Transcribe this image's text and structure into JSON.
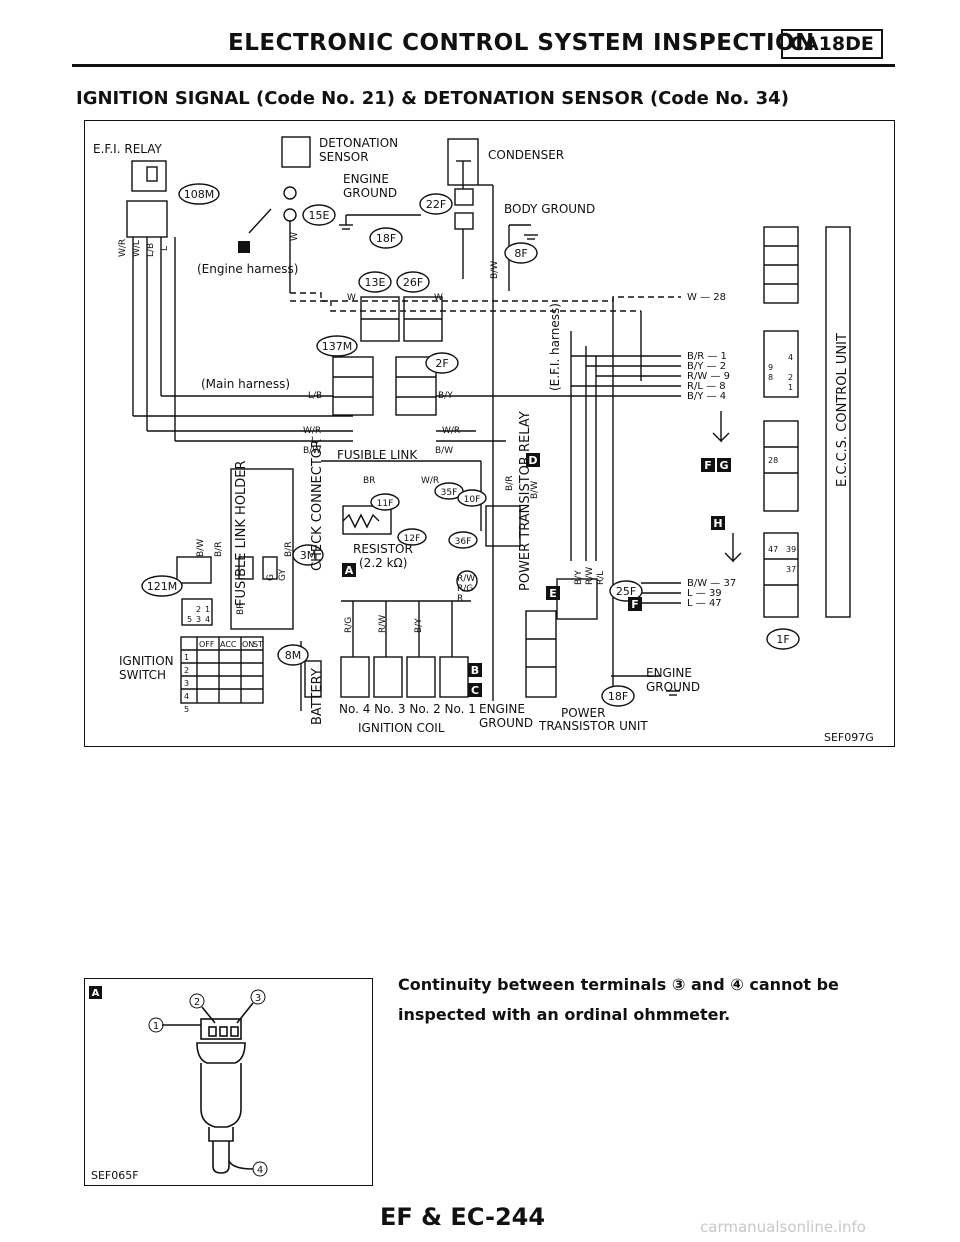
{
  "header": {
    "title": "ELECTRONIC CONTROL SYSTEM INSPECTION",
    "engine_code": "CA18DE"
  },
  "section": {
    "title": "IGNITION SIGNAL (Code No. 21) & DETONATION SENSOR (Code No. 34)"
  },
  "diagram": {
    "labels": {
      "efi_relay": "E.F.I. RELAY",
      "detonation_sensor_1": "DETONATION",
      "detonation_sensor_2": "SENSOR",
      "engine_ground_1": "ENGINE",
      "engine_ground_2": "GROUND",
      "condenser": "CONDENSER",
      "body_ground": "BODY GROUND",
      "engine_harness": "(Engine harness)",
      "main_harness": "(Main harness)",
      "efi_harness": "(E.F.I. harness)",
      "fusible_link": "FUSIBLE LINK",
      "fusible_link_holder": "FUSIBLE LINK HOLDER",
      "check_connector": "CHECK CONNECTOR",
      "resistor_1": "RESISTOR",
      "resistor_2": "(2.2 kΩ)",
      "power_transistor_relay": "POWER TRANSISTOR RELAY",
      "ignition_switch_1": "IGNITION",
      "ignition_switch_2": "SWITCH",
      "battery": "BATTERY",
      "ignition_coil_numbers": "No. 4 No. 3 No. 2 No. 1",
      "ignition_coil": "IGNITION COIL",
      "engine_ground_bottom_1": "ENGINE",
      "engine_ground_bottom_2": "GROUND",
      "power_transistor_unit_1": "POWER",
      "power_transistor_unit_2": "TRANSISTOR UNIT",
      "engine_ground_right_1": "ENGINE",
      "engine_ground_right_2": "GROUND",
      "eccs_control_unit": "E.C.C.S. CONTROL UNIT",
      "figure_code": "SEF097G"
    },
    "connectors": [
      "108M",
      "15E",
      "22F",
      "18F",
      "8F",
      "13E",
      "26F",
      "137M",
      "2F",
      "35F",
      "11F",
      "10F",
      "12F",
      "36F",
      "3M",
      "121M",
      "8M",
      "25F",
      "1F",
      "18F"
    ],
    "callouts": [
      "A",
      "B",
      "C",
      "D",
      "E",
      "F",
      "G",
      "H"
    ],
    "wire_colors": [
      "W/R",
      "W/L",
      "L/B",
      "L",
      "W",
      "B",
      "B/W",
      "B/Y",
      "B/R",
      "R/W",
      "R/L",
      "BR",
      "G",
      "GY",
      "R/G",
      "R",
      "L/B"
    ],
    "terminal_list": [
      {
        "wire": "W",
        "pin": "28"
      },
      {
        "wire": "B/R",
        "pin": "1"
      },
      {
        "wire": "B/Y",
        "pin": "2"
      },
      {
        "wire": "R/W",
        "pin": "9"
      },
      {
        "wire": "R/L",
        "pin": "8"
      },
      {
        "wire": "B/Y",
        "pin": "4"
      },
      {
        "wire": "B/W",
        "pin": "37"
      },
      {
        "wire": "L",
        "pin": "39"
      },
      {
        "wire": "L",
        "pin": "47"
      }
    ],
    "ignition_switch_table": {
      "header": [
        "OFF",
        "ACC",
        "ON",
        "ST"
      ],
      "rows": [
        "1",
        "2",
        "3",
        "4",
        "5"
      ]
    },
    "fusible_connector_pins": [
      "2",
      "1",
      "5",
      "3",
      "4"
    ],
    "ecu_connector_pins": [
      "4",
      "9",
      "8",
      "2",
      "1",
      "28",
      "47",
      "39",
      "37"
    ]
  },
  "inset": {
    "callout": "A",
    "pins": [
      "2",
      "3",
      "1",
      "4"
    ],
    "figure_code": "SEF065F"
  },
  "note": "Continuity between terminals ③ and ④ cannot be inspected with an ordinal ohmmeter.",
  "footer": "EF & EC-244",
  "watermark": "carmanualsonline.info"
}
